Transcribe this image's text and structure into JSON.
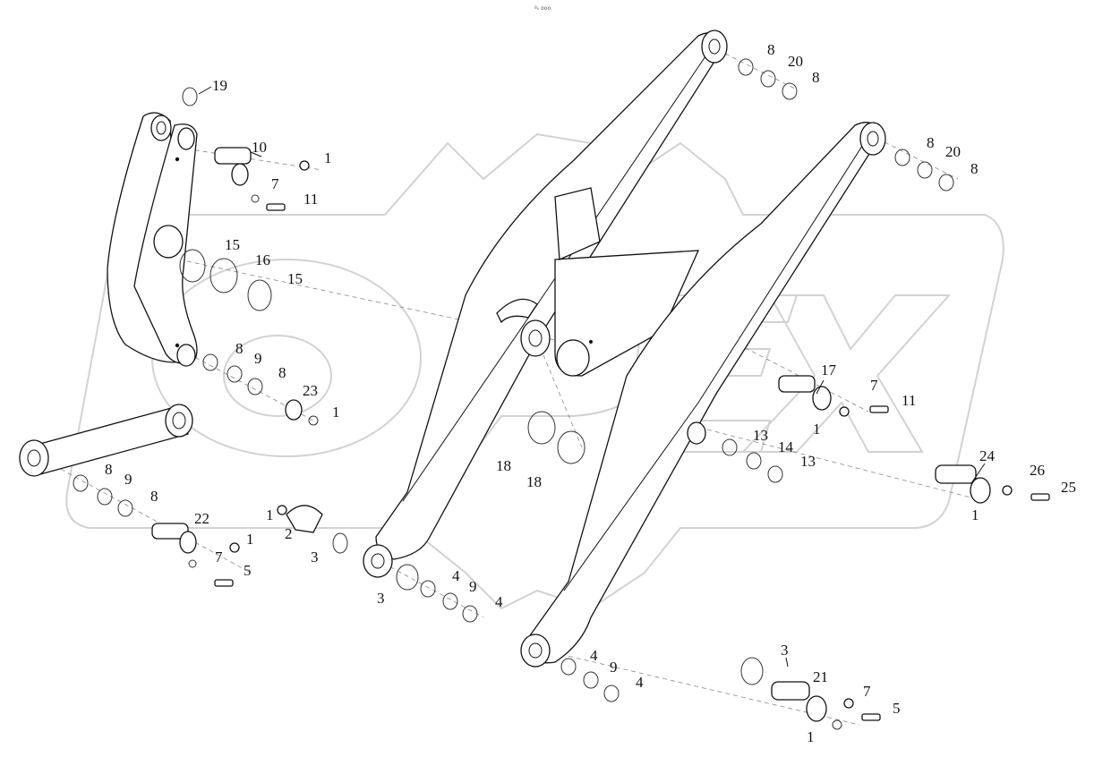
{
  "code": "º₀ ооо",
  "watermark": "OPEX",
  "callouts": [
    {
      "id": "c1",
      "text": "19"
    },
    {
      "id": "c2",
      "text": "10"
    },
    {
      "id": "c3",
      "text": "1"
    },
    {
      "id": "c4",
      "text": "7"
    },
    {
      "id": "c5",
      "text": "11"
    },
    {
      "id": "c6",
      "text": "15"
    },
    {
      "id": "c7",
      "text": "16"
    },
    {
      "id": "c8",
      "text": "15"
    },
    {
      "id": "c9",
      "text": "8"
    },
    {
      "id": "c10",
      "text": "9"
    },
    {
      "id": "c11",
      "text": "8"
    },
    {
      "id": "c12",
      "text": "23"
    },
    {
      "id": "c13",
      "text": "1"
    },
    {
      "id": "c14",
      "text": "8"
    },
    {
      "id": "c15",
      "text": "20"
    },
    {
      "id": "c16",
      "text": "8"
    },
    {
      "id": "c17",
      "text": "8"
    },
    {
      "id": "c18",
      "text": "20"
    },
    {
      "id": "c19",
      "text": "8"
    },
    {
      "id": "c20",
      "text": "17"
    },
    {
      "id": "c21",
      "text": "7"
    },
    {
      "id": "c22",
      "text": "11"
    },
    {
      "id": "c23",
      "text": "1"
    },
    {
      "id": "c24",
      "text": "13"
    },
    {
      "id": "c25",
      "text": "14"
    },
    {
      "id": "c26",
      "text": "13"
    },
    {
      "id": "c27",
      "text": "24"
    },
    {
      "id": "c28",
      "text": "26"
    },
    {
      "id": "c29",
      "text": "25"
    },
    {
      "id": "c30",
      "text": "1"
    },
    {
      "id": "c31",
      "text": "18"
    },
    {
      "id": "c32",
      "text": "18"
    },
    {
      "id": "c33",
      "text": "8"
    },
    {
      "id": "c34",
      "text": "9"
    },
    {
      "id": "c35",
      "text": "8"
    },
    {
      "id": "c36",
      "text": "22"
    },
    {
      "id": "c37",
      "text": "1"
    },
    {
      "id": "c38",
      "text": "2"
    },
    {
      "id": "c39",
      "text": "1"
    },
    {
      "id": "c40",
      "text": "3"
    },
    {
      "id": "c41",
      "text": "7"
    },
    {
      "id": "c42",
      "text": "5"
    },
    {
      "id": "c43",
      "text": "3"
    },
    {
      "id": "c44",
      "text": "4"
    },
    {
      "id": "c45",
      "text": "9"
    },
    {
      "id": "c46",
      "text": "4"
    },
    {
      "id": "c47",
      "text": "4"
    },
    {
      "id": "c48",
      "text": "9"
    },
    {
      "id": "c49",
      "text": "4"
    },
    {
      "id": "c50",
      "text": "3"
    },
    {
      "id": "c51",
      "text": "21"
    },
    {
      "id": "c52",
      "text": "7"
    },
    {
      "id": "c53",
      "text": "5"
    },
    {
      "id": "c54",
      "text": "1"
    }
  ]
}
